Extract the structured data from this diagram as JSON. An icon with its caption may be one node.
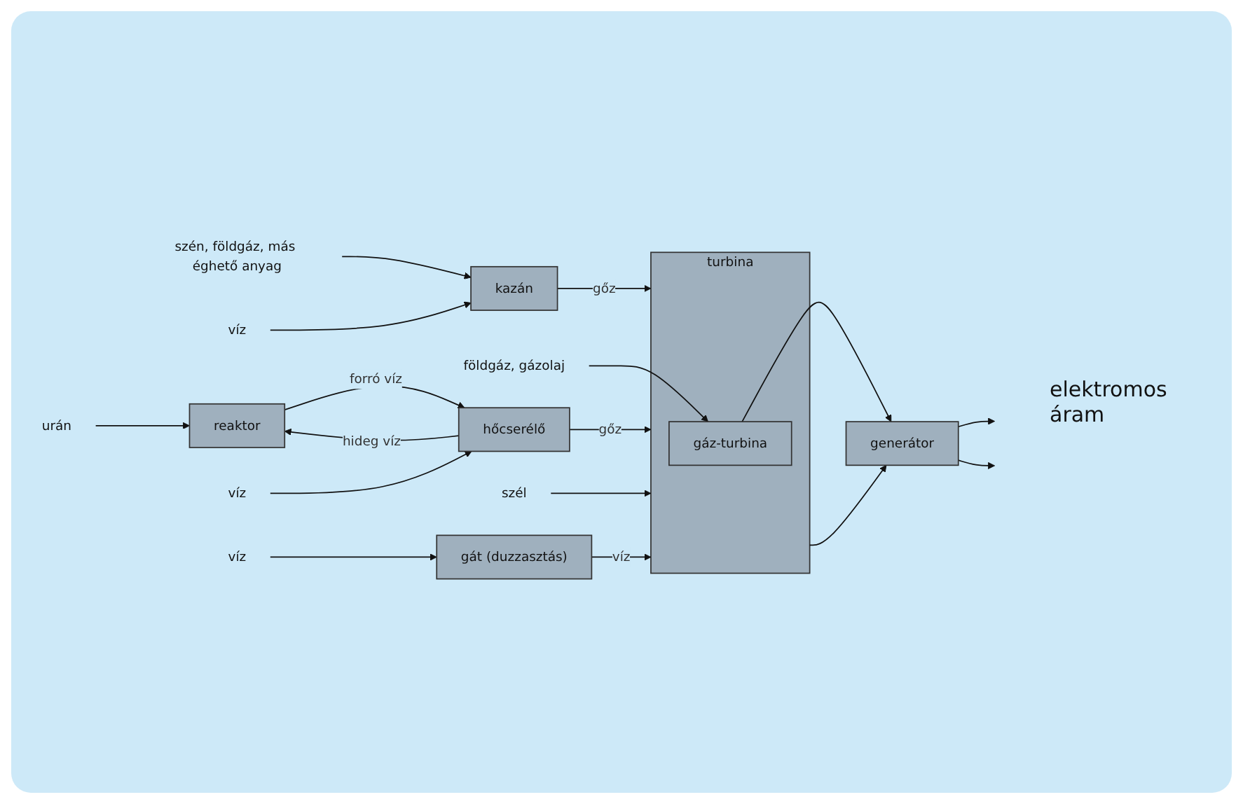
{
  "diagram": {
    "nodes": [
      {
        "text": [
          "szén, földgáz, más éghető anyag"
        ]
      },
      {
        "text": [
          "víz"
        ]
      },
      {
        "text": [
          "kazán"
        ]
      },
      {
        "text": [
          "földgáz, gázolaj"
        ]
      },
      {
        "text": [
          "urán"
        ]
      },
      {
        "text": [
          "reaktor"
        ]
      },
      {
        "text": [
          "hőcserélő"
        ]
      },
      {
        "text": [
          "víz"
        ]
      },
      {
        "text": [
          "szél"
        ]
      },
      {
        "text": [
          "víz"
        ]
      },
      {
        "text": [
          "gát (duzzasztás)"
        ]
      },
      {
        "text": [
          "turbina"
        ]
      },
      {
        "text": [
          "gáz-turbina"
        ],
        "in": 11
      },
      {
        "text": [
          "generátor"
        ]
      }
    ],
    "edges": [
      {
        "from": 0,
        "to": 2,
        "arrow": "to"
      },
      {
        "from": 1,
        "to": 2,
        "arrow": "to"
      },
      {
        "from": 2,
        "to": 11,
        "arrow": "to",
        "label": "gőz"
      },
      {
        "from": 3,
        "to": 12,
        "arrow": "to"
      },
      {
        "from": 4,
        "to": 5,
        "arrow": "to"
      },
      {
        "from": 5,
        "to": 6,
        "arrow": "to",
        "label": "forró víz"
      },
      {
        "from": 6,
        "to": 5,
        "arrow": "to",
        "label": "hideg víz"
      },
      {
        "from": 7,
        "to": 6,
        "arrow": "to"
      },
      {
        "from": 6,
        "to": 11,
        "arrow": "to",
        "label": "gőz"
      },
      {
        "from": 8,
        "to": 11,
        "arrow": "to"
      },
      {
        "from": 9,
        "to": 10,
        "arrow": "to"
      },
      {
        "from": 10,
        "to": 11,
        "arrow": "to",
        "label": "víz"
      },
      {
        "from": 12,
        "to": 13,
        "arrow": "to"
      },
      {
        "from": 11,
        "to": 13,
        "arrow": "to"
      },
      {
        "from": 13,
        "to": null,
        "arrow": "to"
      },
      {
        "from": 13,
        "to": null,
        "arrow": "to"
      }
    ],
    "labels": [
      "elektromos áram"
    ]
  }
}
